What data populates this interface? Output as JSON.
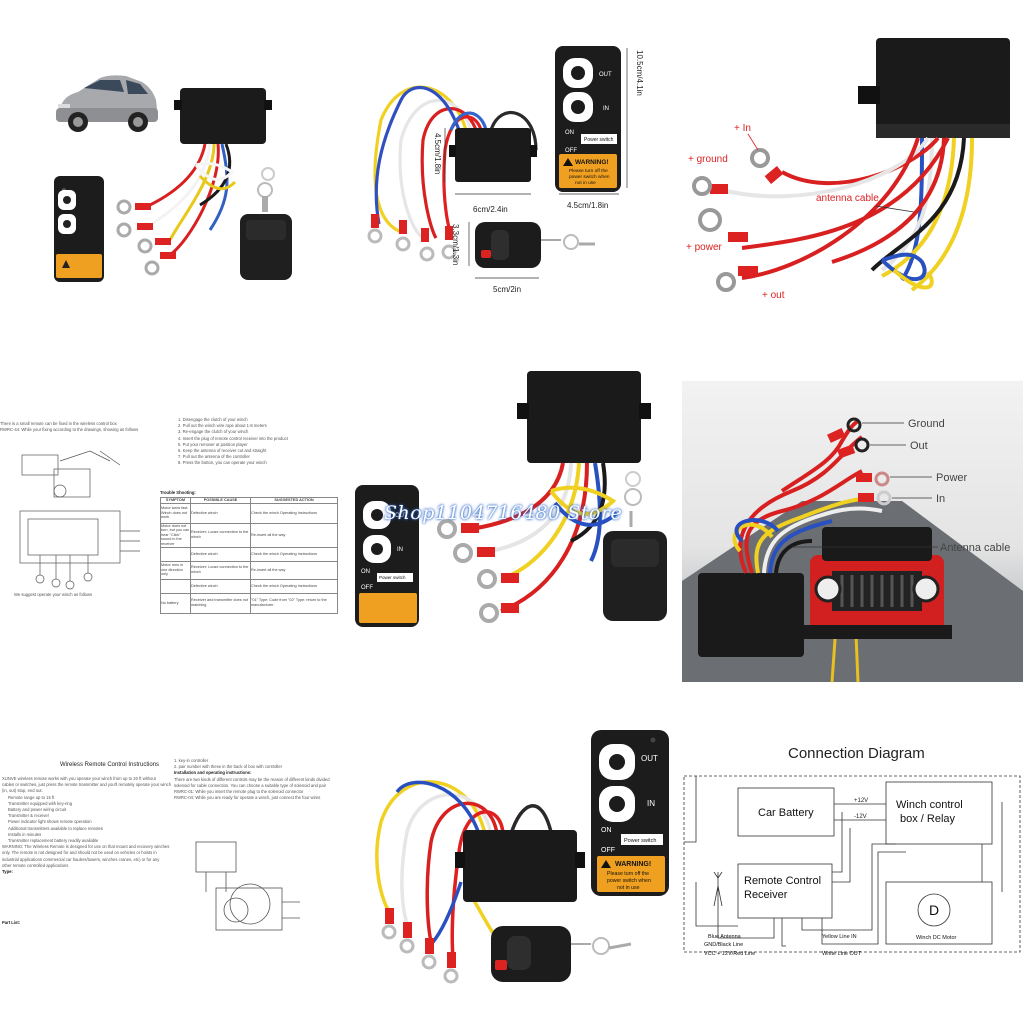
{
  "panel2": {
    "dim_height": "10.5cm/4.1in",
    "dim_box_height": "4.5cm/1.8in",
    "dim_box_width": "6cm/2.4in",
    "dim_remote_width": "4.5cm/1.8in",
    "dim_fob_height": "3.3cm/1.3in",
    "dim_fob_width": "5cm/2in",
    "remote": {
      "out": "OUT",
      "in": "IN",
      "on": "ON",
      "off": "OFF",
      "power_switch": "Power switch",
      "warning": "WARNING!",
      "warning_text_1": "Please turn off the",
      "warning_text_2": "power switch when",
      "warning_text_3": "not in use"
    }
  },
  "panel3": {
    "in": "+ In",
    "ground": "+ ground",
    "antenna": "antenna cable",
    "power": "+ power",
    "out": "+ out"
  },
  "panel4": {
    "header_line_1": "There is a small remote can be fixed in the wireless control box",
    "header_line_2": "RWRC-44: While your fixing according to the drawings, showing as follows",
    "bottom_text": "We suggest operate your winch as follows",
    "steps": [
      "1. Disengage the clutch of your winch",
      "2. Pull out the winch wire rope about 1-8 meters",
      "3. Re-engage the clutch of your winch",
      "4. Insert the plug of remote control receiver into the product",
      "5. Put your remover at position player",
      "6. Keep the antenna of receiver cut and straight",
      "7. Pull out the antenna of the controller",
      "8. Press the button, you can operate your winch"
    ],
    "trouble_title": "Trouble Shooting:",
    "trouble_headers": [
      "SYMPTOM",
      "POSSIBLE CAUSE",
      "SUGGESTED ACTION"
    ],
    "trouble_rows": [
      [
        "Motor turns fast. Winch does not work",
        "Defective winch",
        "Check the winch Operating Instructions"
      ],
      [
        "Motor does not turn, but you can hear \"Click\" sound in the receiver",
        "Receiver: Loose connection to the winch",
        "Re-insert all the way"
      ],
      [
        "",
        "Defective winch",
        "Check the winch Operating Instructions"
      ],
      [
        "Motor runs in one direction only",
        "Receiver: Loose connection to the winch",
        "Re-insert all the way"
      ],
      [
        "",
        "Defective winch",
        "Check the winch Operating Instructions"
      ],
      [
        "No battery",
        "Receiver and transmitter does not matching",
        "\"01\" Type: Code from \"02\" Type: return to the manufacturer"
      ]
    ]
  },
  "panel5": {
    "watermark": "Shop1104716480 Store",
    "remote_out": "OUT",
    "remote_in": "IN",
    "remote_on": "ON",
    "remote_off": "OFF",
    "power_switch": "Power switch"
  },
  "panel6": {
    "ground": "Ground",
    "out": "Out",
    "power": "Power",
    "in": "In",
    "antenna": "Antenna cable"
  },
  "panel7": {
    "title": "Wireless Remote Control Instructions",
    "lines": [
      "XUNVE wireless remote works with you operate your winch from up to 20 ft without",
      "cables or switches, just press the remote transmitter and you'll remotely operate your winch",
      "(in, out) stop, end out.",
      "Remote range up to 15 ft",
      "Transmitter equipped with key-ring",
      "Battery and power wiring circuit",
      "Transmitter & receiver",
      "Power indicator light shows remote operation",
      "Additional transmitters available to replace remotes",
      "Installs in minutes",
      "Transmitter replacement battery readily available",
      "WARNING: The Wireless Remote is designed for use on that mount and recovery winches",
      "only. The remote is not designed for and should not be used on vehicles or hoists in",
      "industrial applications commercial car haulers/towers, winches cranes, etc) or for any",
      "other remote controlled applications"
    ],
    "type_label": "Type:",
    "part_list": "Part List:",
    "right_lines": [
      "1. key-in controller",
      "2. pair number with these in the back of box with controller",
      "Installation and operating instructions:",
      "There are two kinds of different controls may be the reason of different kinds divided",
      "solenoid for cable connection. You can choose a suitable type of solenoid and pair",
      "RWRC-01: While you insert the remote plug to the solenoid connector",
      "RWRC-04: While you are ready for operate a winch, just connect the four wires"
    ]
  },
  "panel8": {
    "remote_out": "OUT",
    "remote_in": "IN",
    "remote_on": "ON",
    "remote_off": "OFF",
    "power_switch": "Power switch",
    "warning": "WARNING!",
    "warning_text_1": "Please turn off the",
    "warning_text_2": "power switch when",
    "warning_text_3": "not in use"
  },
  "panel9": {
    "title": "Connection Diagram",
    "battery": "Car Battery",
    "winch_1": "Winch control",
    "winch_2": "box / Relay",
    "receiver_1": "Remote Control",
    "receiver_2": "Receiver",
    "plus12": "+12V",
    "minus12": "-12V",
    "motor_letter": "D",
    "motor_label": "Winch DC Motor",
    "blue": "Blue Antenna",
    "gnd": "GND/Black Line",
    "vcc": "VCC + 12V/Red Line",
    "yellow": "Yellow Line IN",
    "white": "White Line OUT"
  }
}
